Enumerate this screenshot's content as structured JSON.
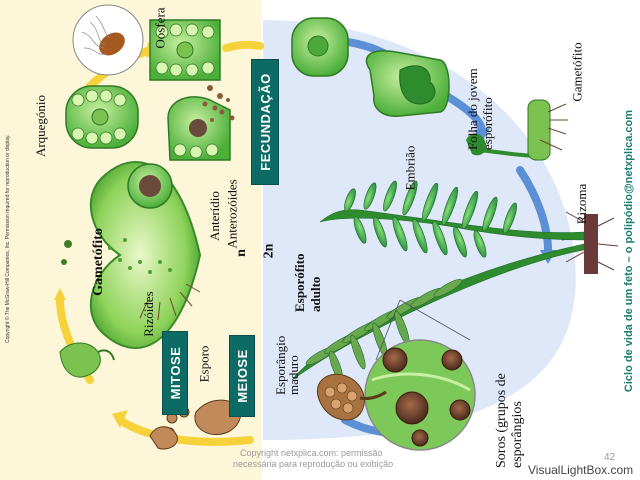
{
  "labels": {
    "oosfera": "Oosfera",
    "arquegonio": "Arquegónio",
    "anteridio": "Anterídio",
    "anterozoides": "Anterozóides",
    "gametofito_left": "Gametófito",
    "rizoides": "Rizóides",
    "esporo": "Esporo",
    "esporangio_maduro": "Esporângio maduro",
    "embriao": "Embrião",
    "folha_jovem": "Folha do jovem esporófito",
    "gametofito_right": "Gametófito",
    "rizoma": "Rizoma",
    "esporofito_adulto": "Esporófito adulto",
    "soros": "Soros (grupos de esporângios",
    "n": "n",
    "two_n": "2n"
  },
  "stages": {
    "fecundacao": "FECUNDAÇÃO",
    "mitose": "MITOSE",
    "meiose": "MEIOSE"
  },
  "side_title": "Ciclo de vida de um feto – o polipódio@netxplica.com",
  "copyright": "Copyright © The McGraw-Hill Companies, Inc. Permission required for reproduction or display.",
  "watermark": {
    "line1": "Copyright netxplica.com: permissão",
    "line2": "necessária para reprodução ou exibição"
  },
  "page_number": "42",
  "footer": "VisualLightBox.com",
  "colors": {
    "haploid_bg": "#fdf6d8",
    "diploid_bg": "#dfe8f8",
    "stage_box": "#0d6b66",
    "arrow_yellow": "#f5d23a",
    "arrow_blue": "#5b8fd6",
    "plant_green": "#2e8b2e"
  }
}
